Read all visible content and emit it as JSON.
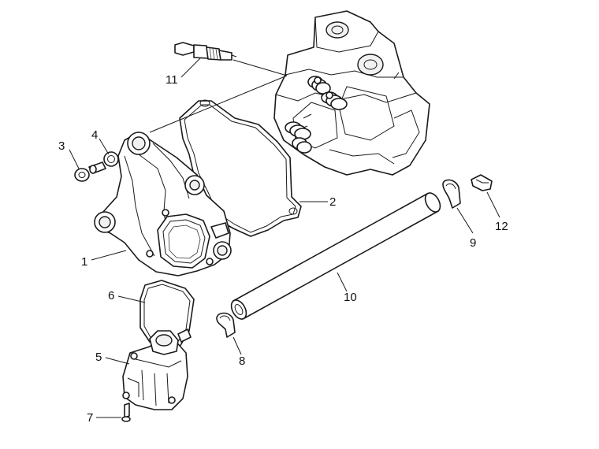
{
  "diagram": {
    "callouts": [
      {
        "id": "1",
        "label": "1",
        "part": "cylinder-head-cover"
      },
      {
        "id": "2",
        "label": "2",
        "part": "cover-gasket"
      },
      {
        "id": "3",
        "label": "3",
        "part": "screw"
      },
      {
        "id": "4",
        "label": "4",
        "part": "washer"
      },
      {
        "id": "5",
        "label": "5",
        "part": "blow-by-cover"
      },
      {
        "id": "6",
        "label": "6",
        "part": "blow-by-gasket"
      },
      {
        "id": "7",
        "label": "7",
        "part": "blow-by-screw"
      },
      {
        "id": "8",
        "label": "8",
        "part": "lower-hose-clamp"
      },
      {
        "id": "9",
        "label": "9",
        "part": "upper-hose-clamp"
      },
      {
        "id": "10",
        "label": "10",
        "part": "breather-hose"
      },
      {
        "id": "11",
        "label": "11",
        "part": "spark-plug"
      },
      {
        "id": "12",
        "label": "12",
        "part": "spring-clip"
      }
    ]
  }
}
